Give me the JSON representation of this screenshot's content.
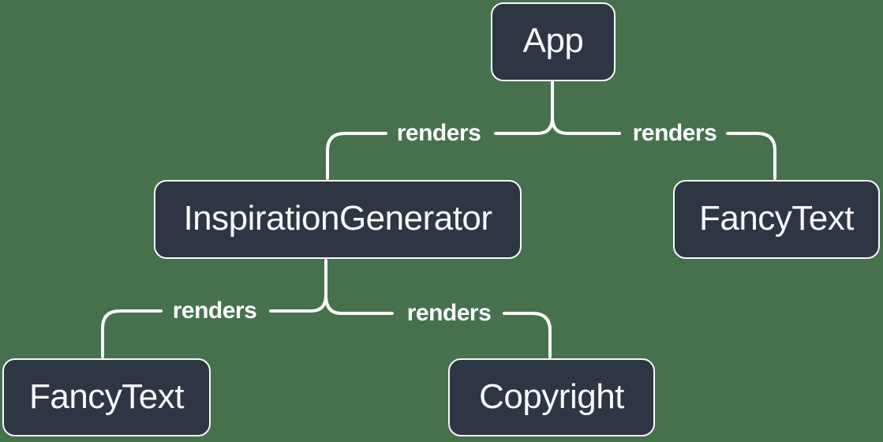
{
  "diagram": {
    "type": "render-tree",
    "colors": {
      "background": "#46714D",
      "node_fill": "#2E3543",
      "node_border": "#F7F8F9",
      "node_text": "#F7F8F9",
      "line": "#FFFFFF",
      "edge_label_text": "#FFFFFF"
    },
    "nodes": {
      "app": {
        "label": "App"
      },
      "inspiration_generator": {
        "label": "InspirationGenerator"
      },
      "fancy_text_top": {
        "label": "FancyText"
      },
      "fancy_text_bottom": {
        "label": "FancyText"
      },
      "copyright": {
        "label": "Copyright"
      }
    },
    "edges": {
      "app_to_inspiration_generator": {
        "from": "App",
        "to": "InspirationGenerator",
        "label": "renders"
      },
      "app_to_fancy_text": {
        "from": "App",
        "to": "FancyText",
        "label": "renders"
      },
      "inspiration_generator_to_fancy_text": {
        "from": "InspirationGenerator",
        "to": "FancyText",
        "label": "renders"
      },
      "inspiration_generator_to_copyright": {
        "from": "InspirationGenerator",
        "to": "Copyright",
        "label": "renders"
      }
    }
  }
}
